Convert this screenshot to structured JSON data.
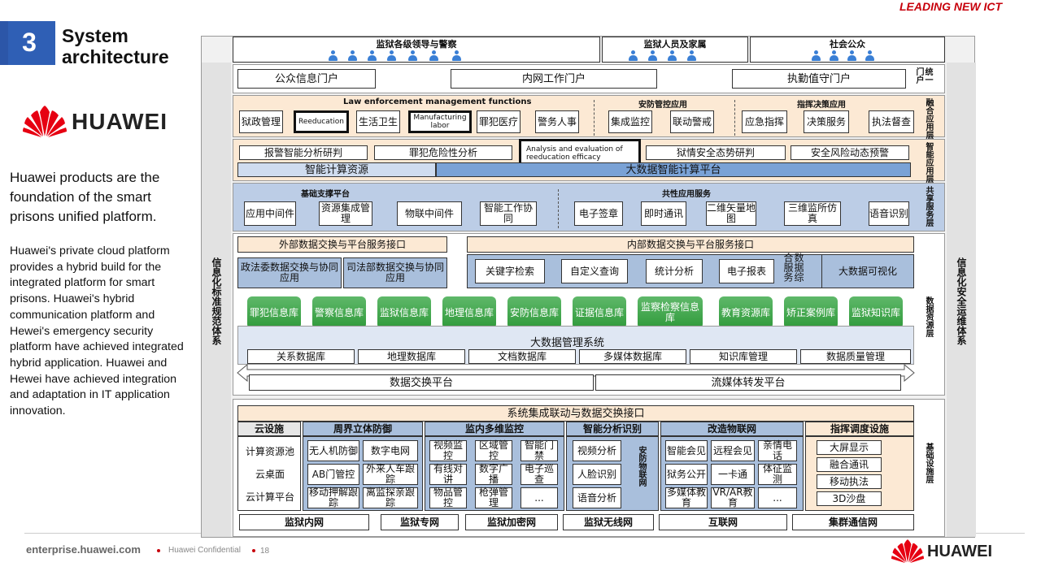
{
  "header": {
    "tagline": "LEADING NEW ICT",
    "section_number": "3",
    "section_title_line1": "System",
    "section_title_line2": "architecture",
    "logo_text": "HUAWEI"
  },
  "left": {
    "intro": "Huawei products are the foundation of the smart prisons unified platform.",
    "body": "Huawei's private cloud platform provides a hybrid build for the integrated platform for smart prisons. Huawei's hybrid communication platform and Hewei's emergency security platform have achieved integrated hybrid application. Huawei and Hewei have achieved integration and adaptation in IT application innovation."
  },
  "footer": {
    "site": "enterprise.huawei.com",
    "confidential": "Huawei Confidential",
    "page": "18",
    "logo_text": "HUAWEI"
  },
  "diagram": {
    "sides": {
      "left": "信息化标准规范体系",
      "right": "信息化安全运维体系"
    },
    "users": [
      "监狱各级领导与警察",
      "监狱人员及家属",
      "社会公众"
    ],
    "portals": [
      "公众信息门户",
      "内网工作门户",
      "执勤值守门户"
    ],
    "portal_side": "统一门户",
    "fusion": {
      "title1": "Law enforcement management functions",
      "title2": "安防管控应用",
      "title3": "指挥决策应用",
      "side": "融合应用层",
      "items": [
        "狱政管理",
        "Reeducation",
        "生活卫生",
        "Manufacturing labor",
        "罪犯医疗",
        "警务人事",
        "集成监控",
        "联动警戒",
        "应急指挥",
        "决策服务",
        "执法督查"
      ]
    },
    "smart": {
      "side": "智能应用层",
      "items": [
        "报警智能分析研判",
        "罪犯危险性分析",
        "Analysis and evaluation of reeducation efficacy",
        "狱情安全态势研判",
        "安全风险动态预警"
      ],
      "bar1": "智能计算资源",
      "bar2": "大数据智能计算平台"
    },
    "shared": {
      "side": "共享服务层",
      "t1": "基础支撑平台",
      "t2": "共性应用服务",
      "items": [
        "应用中间件",
        "资源集成管理",
        "物联中间件",
        "智能工作协同",
        "电子签章",
        "即时通讯",
        "二维矢量地图",
        "三维监所仿真",
        "语音识别"
      ]
    },
    "data": {
      "side": "数据资源层",
      "ext": "外部数据交换与平台服务接口",
      "ext_items": [
        "政法委数据交换与协同应用",
        "司法部数据交换与协同应用"
      ],
      "int": "内部数据交换与平台服务接口",
      "int_items": [
        "关键字检索",
        "自定义查询",
        "统计分析",
        "电子报表",
        "数据综合服务",
        "大数据可视化"
      ],
      "dbs": [
        "罪犯信息库",
        "警察信息库",
        "监狱信息库",
        "地理信息库",
        "安防信息库",
        "证据信息库",
        "监察检察信息库",
        "教育资源库",
        "矫正案例库",
        "监狱知识库"
      ],
      "bdms": "大数据管理系统",
      "stores": [
        "关系数据库",
        "地理数据库",
        "文档数据库",
        "多媒体数据库",
        "知识库管理",
        "数据质量管理"
      ],
      "exch1": "数据交换平台",
      "exch2": "流媒体转发平台"
    },
    "infra": {
      "side": "基础设施层",
      "top": "系统集成联动与数据交换接口",
      "heads": [
        "云设施",
        "周界立体防御",
        "监内多维监控",
        "智能分析识别",
        "改造物联网",
        "指挥调度设施"
      ],
      "cloud": [
        "计算资源池",
        "云桌面",
        "云计算平台"
      ],
      "perim": [
        "无人机防御",
        "数字电网",
        "AB门管控",
        "外来人车跟踪",
        "移动押解跟踪",
        "离监探亲跟踪"
      ],
      "monitor": [
        "视频监控",
        "区域管控",
        "智能门禁",
        "有线对讲",
        "数字广播",
        "电子巡查",
        "物品管控",
        "枪弹管理",
        "..."
      ],
      "ai": [
        "视频分析",
        "人脸识别",
        "语音分析"
      ],
      "ai_side": "安防物联网",
      "iot": [
        "智能会见",
        "远程会见",
        "亲情电话",
        "狱务公开",
        "一卡通",
        "体征监测",
        "多媒体教育",
        "VR/AR教育",
        "..."
      ],
      "cmd": [
        "大屏显示",
        "融合通讯",
        "移动执法",
        "3D沙盘"
      ],
      "nets": [
        "监狱内网",
        "监狱专网",
        "监狱加密网",
        "监狱无线网",
        "互联网",
        "集群通信网"
      ]
    }
  }
}
